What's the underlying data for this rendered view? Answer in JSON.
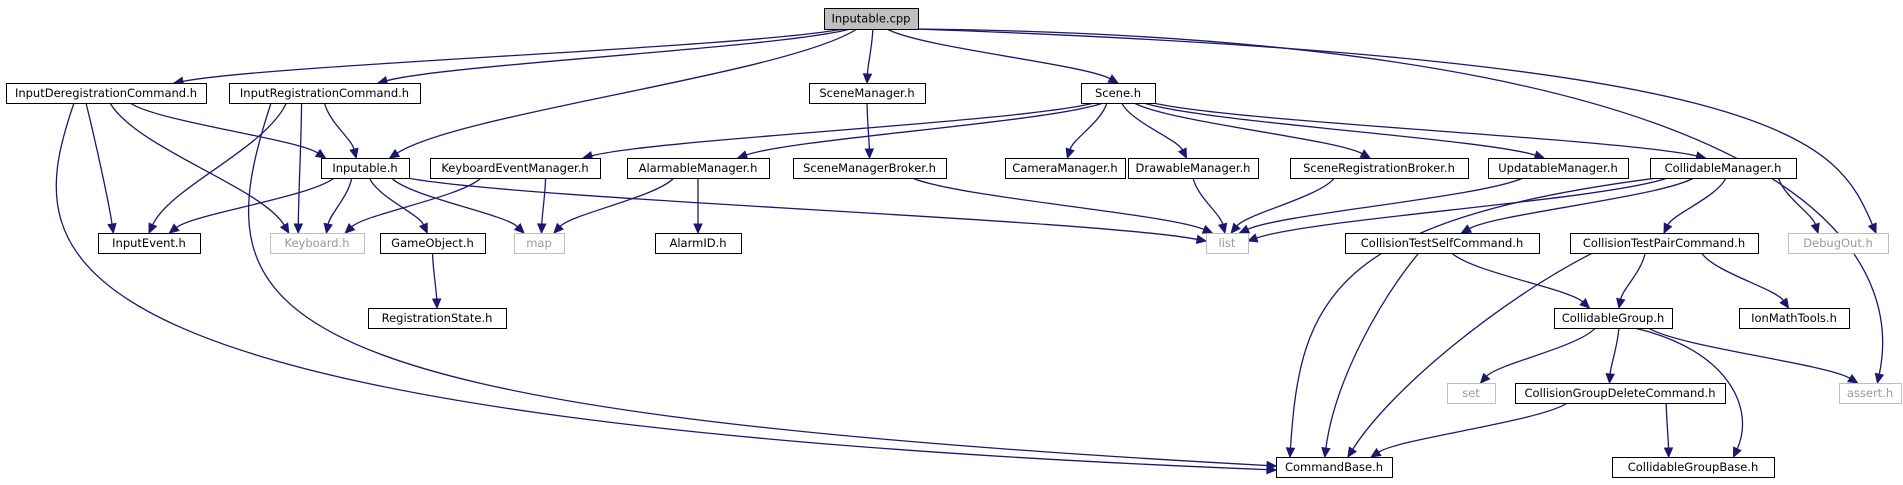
{
  "diagram": {
    "nodes": [
      {
        "id": "inputable_cpp",
        "label": "Inputable.cpp",
        "kind": "root"
      },
      {
        "id": "input_dereg_cmd",
        "label": "InputDeregistrationCommand.h",
        "kind": "file"
      },
      {
        "id": "input_reg_cmd",
        "label": "InputRegistrationCommand.h",
        "kind": "file"
      },
      {
        "id": "scene_manager",
        "label": "SceneManager.h",
        "kind": "file"
      },
      {
        "id": "scene",
        "label": "Scene.h",
        "kind": "file"
      },
      {
        "id": "inputable_h",
        "label": "Inputable.h",
        "kind": "file"
      },
      {
        "id": "keyboard_event_mgr",
        "label": "KeyboardEventManager.h",
        "kind": "file"
      },
      {
        "id": "alarmable_mgr",
        "label": "AlarmableManager.h",
        "kind": "file"
      },
      {
        "id": "scene_mgr_broker",
        "label": "SceneManagerBroker.h",
        "kind": "file"
      },
      {
        "id": "camera_mgr",
        "label": "CameraManager.h",
        "kind": "file"
      },
      {
        "id": "drawable_mgr",
        "label": "DrawableManager.h",
        "kind": "file"
      },
      {
        "id": "scene_reg_broker",
        "label": "SceneRegistrationBroker.h",
        "kind": "file"
      },
      {
        "id": "updatable_mgr",
        "label": "UpdatableManager.h",
        "kind": "file"
      },
      {
        "id": "collidable_mgr",
        "label": "CollidableManager.h",
        "kind": "file"
      },
      {
        "id": "input_event",
        "label": "InputEvent.h",
        "kind": "file"
      },
      {
        "id": "keyboard",
        "label": "Keyboard.h",
        "kind": "system"
      },
      {
        "id": "game_object",
        "label": "GameObject.h",
        "kind": "file"
      },
      {
        "id": "map",
        "label": "map",
        "kind": "system"
      },
      {
        "id": "alarm_id",
        "label": "AlarmID.h",
        "kind": "file"
      },
      {
        "id": "list",
        "label": "list",
        "kind": "system"
      },
      {
        "id": "coll_self_cmd",
        "label": "CollisionTestSelfCommand.h",
        "kind": "file"
      },
      {
        "id": "coll_pair_cmd",
        "label": "CollisionTestPairCommand.h",
        "kind": "file"
      },
      {
        "id": "debug_out",
        "label": "DebugOut.h",
        "kind": "system"
      },
      {
        "id": "registration_state",
        "label": "RegistrationState.h",
        "kind": "file"
      },
      {
        "id": "collidable_group",
        "label": "CollidableGroup.h",
        "kind": "file"
      },
      {
        "id": "ion_math_tools",
        "label": "IonMathTools.h",
        "kind": "file"
      },
      {
        "id": "set",
        "label": "set",
        "kind": "system"
      },
      {
        "id": "coll_group_delete_cmd",
        "label": "CollisionGroupDeleteCommand.h",
        "kind": "file"
      },
      {
        "id": "assert",
        "label": "assert.h",
        "kind": "system"
      },
      {
        "id": "command_base",
        "label": "CommandBase.h",
        "kind": "file"
      },
      {
        "id": "collidable_group_base",
        "label": "CollidableGroupBase.h",
        "kind": "file"
      }
    ],
    "edges": [
      {
        "from": "inputable_cpp",
        "to": "input_dereg_cmd"
      },
      {
        "from": "inputable_cpp",
        "to": "input_reg_cmd"
      },
      {
        "from": "inputable_cpp",
        "to": "inputable_h"
      },
      {
        "from": "inputable_cpp",
        "to": "scene_manager"
      },
      {
        "from": "inputable_cpp",
        "to": "scene"
      },
      {
        "from": "inputable_cpp",
        "to": "debug_out"
      },
      {
        "from": "inputable_cpp",
        "to": "assert"
      },
      {
        "from": "input_dereg_cmd",
        "to": "input_event"
      },
      {
        "from": "input_dereg_cmd",
        "to": "inputable_h"
      },
      {
        "from": "input_dereg_cmd",
        "to": "keyboard"
      },
      {
        "from": "input_dereg_cmd",
        "to": "command_base"
      },
      {
        "from": "input_reg_cmd",
        "to": "input_event"
      },
      {
        "from": "input_reg_cmd",
        "to": "inputable_h"
      },
      {
        "from": "input_reg_cmd",
        "to": "keyboard"
      },
      {
        "from": "input_reg_cmd",
        "to": "command_base"
      },
      {
        "from": "scene_manager",
        "to": "scene_mgr_broker"
      },
      {
        "from": "scene",
        "to": "keyboard_event_mgr"
      },
      {
        "from": "scene",
        "to": "alarmable_mgr"
      },
      {
        "from": "scene",
        "to": "camera_mgr"
      },
      {
        "from": "scene",
        "to": "drawable_mgr"
      },
      {
        "from": "scene",
        "to": "scene_reg_broker"
      },
      {
        "from": "scene",
        "to": "updatable_mgr"
      },
      {
        "from": "scene",
        "to": "collidable_mgr"
      },
      {
        "from": "inputable_h",
        "to": "input_event"
      },
      {
        "from": "inputable_h",
        "to": "keyboard"
      },
      {
        "from": "inputable_h",
        "to": "game_object"
      },
      {
        "from": "inputable_h",
        "to": "map"
      },
      {
        "from": "inputable_h",
        "to": "list"
      },
      {
        "from": "keyboard_event_mgr",
        "to": "keyboard"
      },
      {
        "from": "keyboard_event_mgr",
        "to": "map"
      },
      {
        "from": "alarmable_mgr",
        "to": "map"
      },
      {
        "from": "alarmable_mgr",
        "to": "alarm_id"
      },
      {
        "from": "scene_mgr_broker",
        "to": "list"
      },
      {
        "from": "drawable_mgr",
        "to": "list"
      },
      {
        "from": "scene_reg_broker",
        "to": "list"
      },
      {
        "from": "updatable_mgr",
        "to": "list"
      },
      {
        "from": "collidable_mgr",
        "to": "list"
      },
      {
        "from": "collidable_mgr",
        "to": "coll_self_cmd"
      },
      {
        "from": "collidable_mgr",
        "to": "coll_pair_cmd"
      },
      {
        "from": "collidable_mgr",
        "to": "debug_out"
      },
      {
        "from": "collidable_mgr",
        "to": "command_base"
      },
      {
        "from": "game_object",
        "to": "registration_state"
      },
      {
        "from": "coll_self_cmd",
        "to": "collidable_group"
      },
      {
        "from": "coll_self_cmd",
        "to": "command_base"
      },
      {
        "from": "coll_pair_cmd",
        "to": "collidable_group"
      },
      {
        "from": "coll_pair_cmd",
        "to": "ion_math_tools"
      },
      {
        "from": "coll_pair_cmd",
        "to": "command_base"
      },
      {
        "from": "collidable_group",
        "to": "set"
      },
      {
        "from": "collidable_group",
        "to": "coll_group_delete_cmd"
      },
      {
        "from": "collidable_group",
        "to": "assert"
      },
      {
        "from": "collidable_group",
        "to": "collidable_group_base"
      },
      {
        "from": "coll_group_delete_cmd",
        "to": "command_base"
      },
      {
        "from": "coll_group_delete_cmd",
        "to": "collidable_group_base"
      }
    ]
  }
}
